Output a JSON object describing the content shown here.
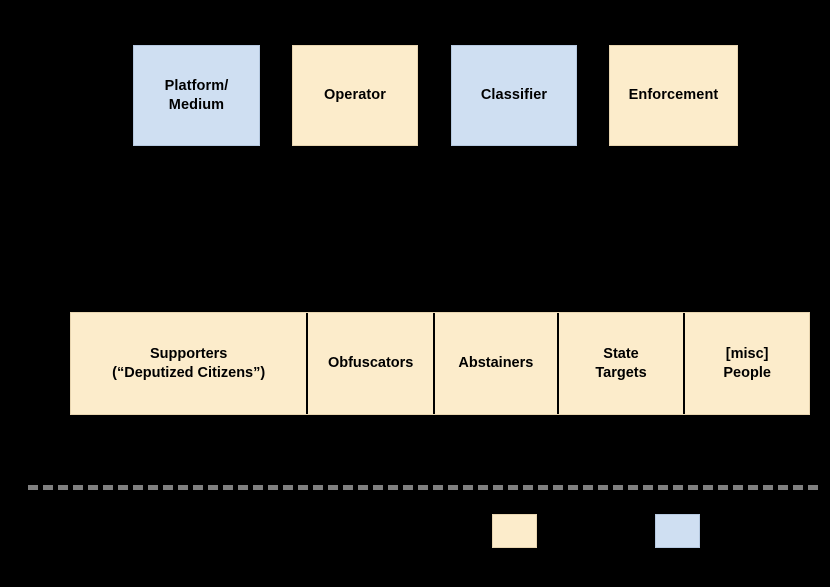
{
  "diagram": {
    "background_color": "#000000",
    "palette": {
      "cream_fill": "#fceccb",
      "cream_border": "#e8d5b0",
      "blue_fill": "#cfdff2",
      "blue_border": "#b6c9e0",
      "divider_gray": "#808080",
      "cell_divider": "#000000",
      "text": "#000000"
    },
    "top_row": {
      "nodes": [
        {
          "id": "platform-medium",
          "label": "Platform/\nMedium",
          "fill": "blue"
        },
        {
          "id": "operator",
          "label": "Operator",
          "fill": "cream"
        },
        {
          "id": "classifier",
          "label": "Classifier",
          "fill": "blue"
        },
        {
          "id": "enforcement",
          "label": "Enforcement",
          "fill": "cream"
        }
      ]
    },
    "actor_strip": {
      "fill": "cream",
      "cells": [
        {
          "id": "supporters",
          "label": "Supporters\n(“Deputized Citizens”)"
        },
        {
          "id": "obfuscators",
          "label": "Obfuscators"
        },
        {
          "id": "abstainers",
          "label": "Abstainers"
        },
        {
          "id": "state-targets",
          "label": "State\nTargets"
        },
        {
          "id": "misc-people",
          "label": "[misc]\nPeople"
        }
      ]
    },
    "divider": {
      "style": "dashed",
      "color": "#808080"
    },
    "legend": {
      "items": [
        {
          "id": "legend-cream",
          "fill": "cream",
          "label": ""
        },
        {
          "id": "legend-blue",
          "fill": "blue",
          "label": ""
        }
      ]
    }
  }
}
